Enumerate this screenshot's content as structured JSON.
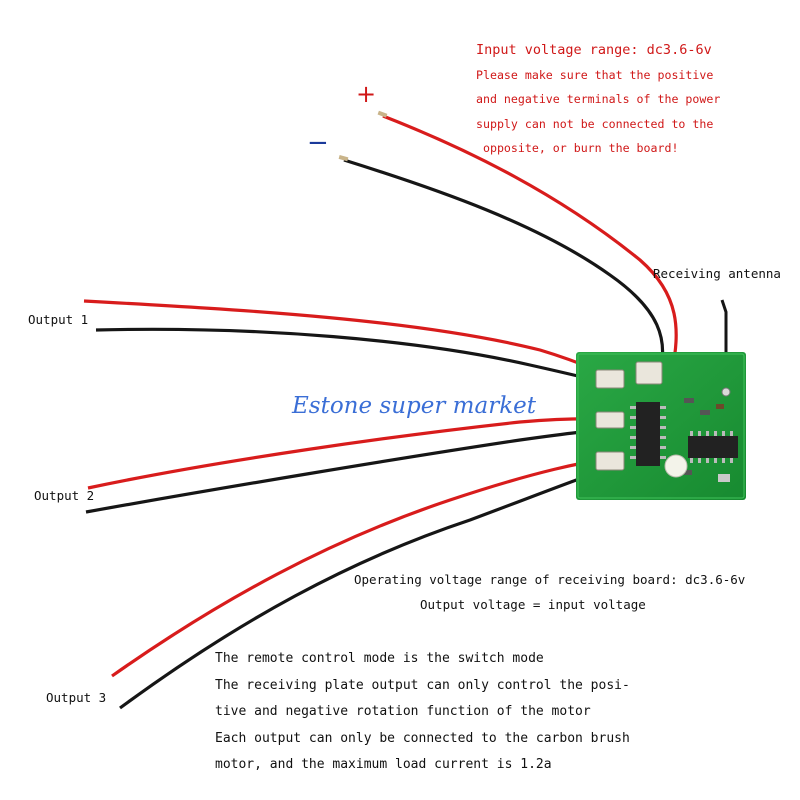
{
  "warning": {
    "title": "Input voltage range: dc3.6-6v",
    "lines": [
      "Please make sure that the positive",
      "and negative terminals of the power",
      "supply can not be connected to the",
      " opposite, or burn the board!"
    ]
  },
  "polarity": {
    "plus": "+",
    "minus": "−"
  },
  "labels": {
    "antenna": "Receiving antenna",
    "output1": "Output 1",
    "output2": "Output 2",
    "output3": "Output 3"
  },
  "watermark": "Estone super market",
  "specs": {
    "operating": "Operating voltage range of receiving board: dc3.6-6v",
    "output_voltage": "Output voltage = input voltage"
  },
  "notes": [
    "The remote control mode is the switch mode",
    "The receiving plate output can only control the posi-",
    "tive and negative rotation function of the motor",
    "Each output can only be connected to the carbon brush",
    "motor, and the maximum load current is 1.2a"
  ],
  "colors": {
    "red_wire": "#d81c1c",
    "black_wire": "#161616",
    "board": "#1f9a3a",
    "warning_text": "#d01818",
    "watermark": "#3a6ed6"
  }
}
